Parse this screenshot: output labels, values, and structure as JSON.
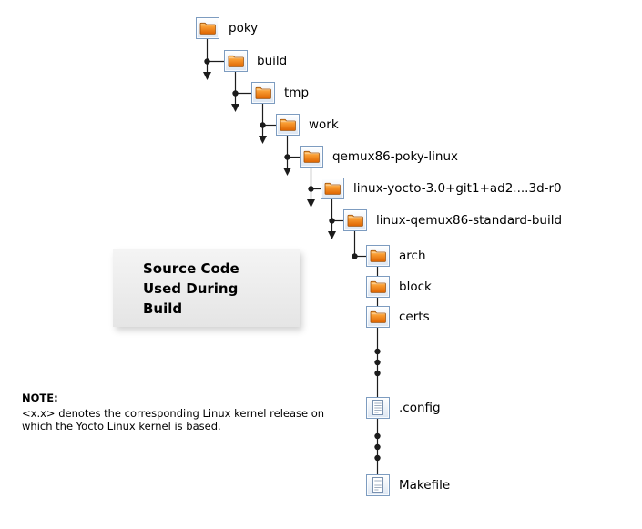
{
  "callout": {
    "lines": [
      "Source Code",
      "Used During",
      "Build"
    ]
  },
  "note": {
    "label": "NOTE:",
    "text": "<x.x> denotes the corresponding Linux kernel release on which the Yocto Linux kernel is based."
  },
  "tree": {
    "nodes": [
      {
        "label": "poky",
        "icon": "folder-icon"
      },
      {
        "label": "build",
        "icon": "folder-icon"
      },
      {
        "label": "tmp",
        "icon": "folder-icon"
      },
      {
        "label": "work",
        "icon": "folder-icon"
      },
      {
        "label": "qemux86-poky-linux",
        "icon": "folder-icon"
      },
      {
        "label": "linux-yocto-3.0+git1+ad2....3d-r0",
        "icon": "folder-icon"
      },
      {
        "label": "linux-qemux86-standard-build",
        "icon": "folder-icon"
      },
      {
        "label": "arch",
        "icon": "folder-icon"
      },
      {
        "label": "block",
        "icon": "folder-icon"
      },
      {
        "label": "certs",
        "icon": "folder-icon"
      },
      {
        "label": ".config",
        "icon": "file-icon"
      },
      {
        "label": "Makefile",
        "icon": "file-icon"
      }
    ]
  },
  "colors": {
    "folder_orange": "#ee7300",
    "icon_frame_border": "#7d9cc0",
    "connector": "#1c1c1c",
    "callout_background": "#ececec"
  }
}
